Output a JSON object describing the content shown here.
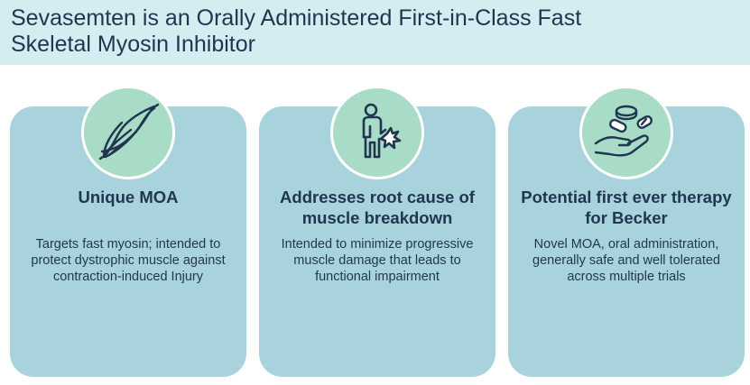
{
  "slide": {
    "title": "Sevasemten is an Orally Administered First-in-Class Fast Skeletal Myosin Inhibitor"
  },
  "colors": {
    "header_bg": "#d3edf0",
    "card_bg": "#a9d3dc",
    "icon_bg": "#a8dcc7",
    "text": "#1f3550"
  },
  "cards": [
    {
      "icon": "muscle-fiber-icon",
      "heading": "Unique MOA",
      "text": "Targets fast myosin; intended to protect dystrophic muscle against contraction-induced Injury"
    },
    {
      "icon": "person-pain-icon",
      "heading": "Addresses root cause of muscle breakdown",
      "text": "Intended to minimize progressive muscle damage that leads to functional impairment"
    },
    {
      "icon": "pills-hand-icon",
      "heading": "Potential first ever therapy for Becker",
      "text": "Novel MOA, oral administration, generally safe and well tolerated across multiple trials"
    }
  ]
}
